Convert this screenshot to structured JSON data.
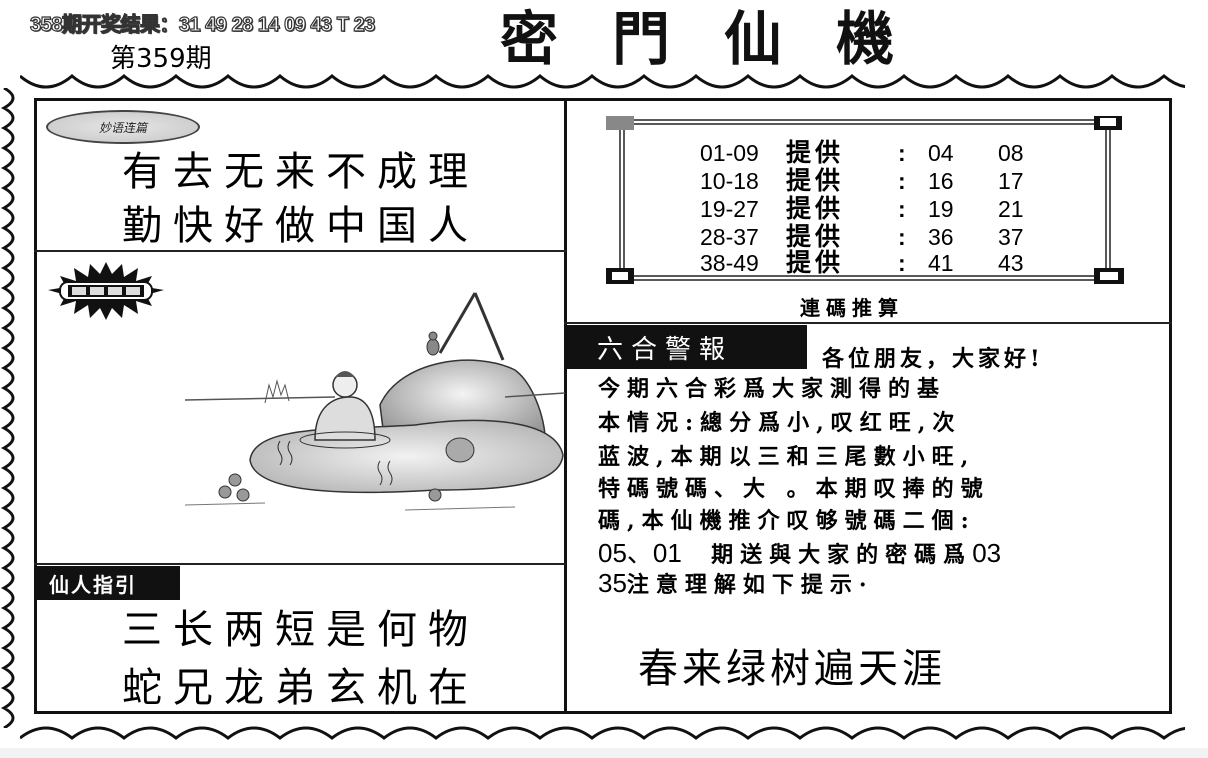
{
  "header": {
    "previous_result_label": "358期开奖结果：",
    "previous_result_numbers": "31 49 28 14 09 43 T 23",
    "current_issue": "第359期",
    "title": "密門仙機"
  },
  "left_top": {
    "badge": "妙语连篇",
    "poem_lines": [
      "有去无来不成理",
      "勤快好做中国人"
    ]
  },
  "left_middle": {
    "badge": "",
    "illustration": "man-bathing-in-pond-with-tortoise"
  },
  "left_bottom": {
    "badge": "仙人指引",
    "poem_lines": [
      "三长两短是何物",
      "蛇兄龙弟玄机在"
    ]
  },
  "number_table": {
    "provide_label": "提供",
    "rows": [
      {
        "range": "01-09",
        "a": "04",
        "b": "08"
      },
      {
        "range": "10-18",
        "a": "16",
        "b": "17"
      },
      {
        "range": "19-27",
        "a": "19",
        "b": "21"
      },
      {
        "range": "28-37",
        "a": "36",
        "b": "37"
      },
      {
        "range": "38-49",
        "a": "41",
        "b": "43"
      }
    ],
    "caption": "連碼推算"
  },
  "alert": {
    "badge": "六合警報",
    "greeting": "各位朋友，大家好!",
    "lines": [
      "今期六合彩爲大家測得的基",
      "本情况:總分爲小,叹红旺,次",
      "蓝波,本期以三和三尾數小旺,",
      "特碼號碼、大 。本期叹捧的號",
      "碼,本仙機推介叹够號碼二個:"
    ],
    "line6_num": "05、01",
    "line6_text": "期送與大家的密碼爲",
    "line6_tail": "03",
    "line7_num": "35",
    "line7_text": "注意理解如下提示·"
  },
  "slogan": "春来绿树遍天涯"
}
